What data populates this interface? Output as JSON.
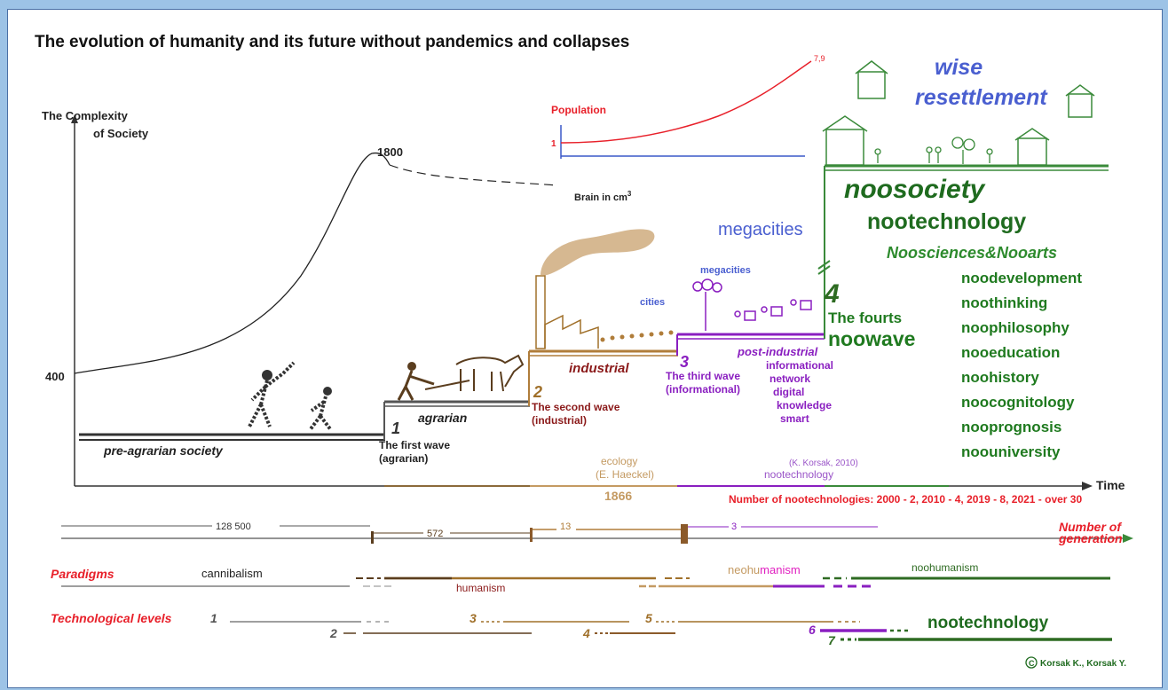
{
  "title": "The evolution of humanity and its future without pandemics and collapses",
  "complexity_axis": {
    "line1": "The Complexity",
    "line2": "of Society",
    "tick": "400"
  },
  "brain": {
    "peak": "1800",
    "label": "Brain in cm",
    "sup": "3"
  },
  "population": {
    "label": "Population",
    "start": "1",
    "end": "7,9"
  },
  "stages": {
    "preagrarian": "pre-agrarian society",
    "agrarian": "agrarian",
    "industrial": "industrial",
    "postindustrial": "post-industrial"
  },
  "waves": {
    "w1_num": "1",
    "w1_l1": "The first wave",
    "w1_l2": "(agrarian)",
    "w2_num": "2",
    "w2_l1": "The second wave",
    "w2_l2": "(industrial)",
    "w3_num": "3",
    "w3_l1": "The third wave",
    "w3_l2": "(informational)",
    "w4_num": "4",
    "w4_l1": "The fourts",
    "w4_l2": "noowave"
  },
  "postindustrial_list": [
    "informational",
    "network",
    "digital",
    "knowledge",
    "smart"
  ],
  "cities": {
    "cities": "cities",
    "megacities_small": "megacities",
    "megacities_big": "megacities"
  },
  "future": {
    "wise": "wise",
    "resettlement": "resettlement",
    "noosociety": "noosociety",
    "nootechnology": "nootechnology",
    "noosciences": "Noosciences&Nooarts"
  },
  "noo_list": [
    "noodevelopment",
    "noothinking",
    "noophilosophy",
    "nooeducation",
    "noohistory",
    "noocognitology",
    "nooprognosis",
    "noouniversity"
  ],
  "time_axis": {
    "label": "Time",
    "ecology_l1": "ecology",
    "ecology_l2": "(E. Haeckel)",
    "year": "1866",
    "korsak": "(K. Korsak, 2010)",
    "nootech": "nootechnology",
    "count_note": "Number of nootechnologies: 2000 - 2, 2010 - 4, 2019 - 8, 2021 - over 30"
  },
  "generations": {
    "g1": "128 500",
    "g2": "572",
    "g3": "13",
    "g4": "3",
    "label_l1": "Number of",
    "label_l2": "generation"
  },
  "paradigms": {
    "label": "Paradigms",
    "cannibalism": "cannibalism",
    "humanism": "humanism",
    "neohu": "neohu",
    "manism": "manism",
    "noohumanism": "noohumanism"
  },
  "tech_levels": {
    "label": "Technological levels",
    "l1": "1",
    "l2": "2",
    "l3": "3",
    "l4": "4",
    "l5": "5",
    "l6": "6",
    "l7": "7",
    "nootechnology": "nootechnology"
  },
  "copyright": "Korsak K., Korsak Y.",
  "colors": {
    "red": "#e8202a",
    "green": "#1f7a1f",
    "darkgreen": "#2e6b22",
    "brown": "#a0702a",
    "purple": "#8a1fc0",
    "blue": "#4a5fd0",
    "darkred": "#8b1a1a"
  }
}
